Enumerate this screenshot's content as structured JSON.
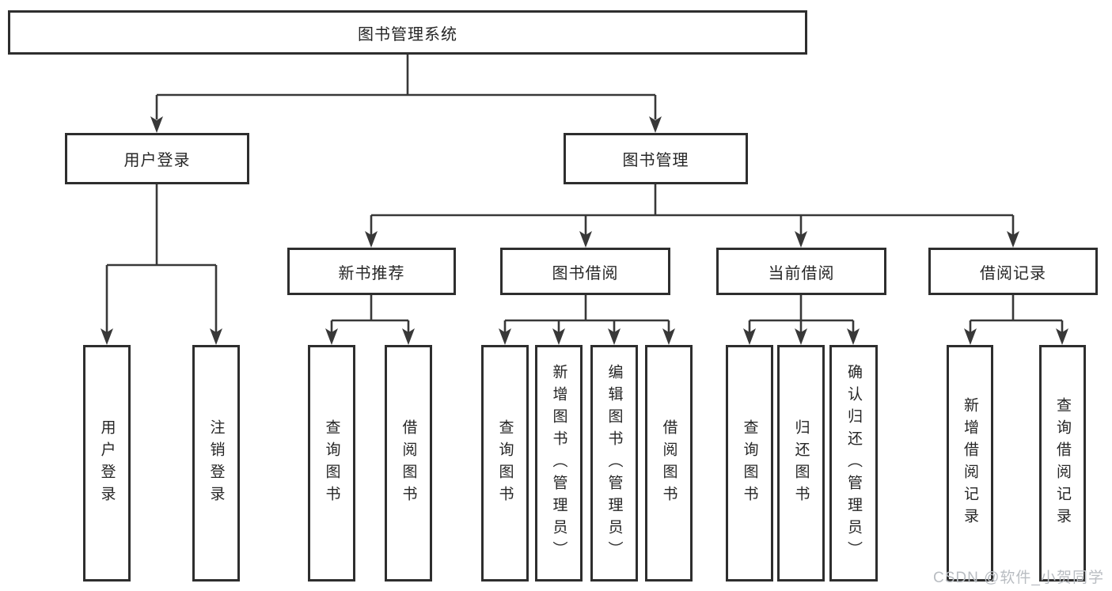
{
  "tree": {
    "label": "图书管理系统",
    "children": [
      {
        "label": "用户登录",
        "children": [
          {
            "label": "用户登录"
          },
          {
            "label": "注销登录"
          }
        ]
      },
      {
        "label": "图书管理",
        "children": [
          {
            "label": "新书推荐",
            "children": [
              {
                "label": "查询图书"
              },
              {
                "label": "借阅图书"
              }
            ]
          },
          {
            "label": "图书借阅",
            "children": [
              {
                "label": "查询图书"
              },
              {
                "label": "新增图书（管理员）"
              },
              {
                "label": "编辑图书（管理员）"
              },
              {
                "label": "借阅图书"
              }
            ]
          },
          {
            "label": "当前借阅",
            "children": [
              {
                "label": "查询图书"
              },
              {
                "label": "归还图书"
              },
              {
                "label": "确认归还（管理员）"
              }
            ]
          },
          {
            "label": "借阅记录",
            "children": [
              {
                "label": "新增借阅记录"
              },
              {
                "label": "查询借阅记录"
              }
            ]
          }
        ]
      }
    ]
  },
  "watermark": {
    "text": "CSDN @软件_小贺同学",
    "color": "#b9bdc2"
  },
  "colors": {
    "line": "#383838",
    "box_border": "#2e2e2e",
    "text": "#262626",
    "background": "#ffffff"
  }
}
